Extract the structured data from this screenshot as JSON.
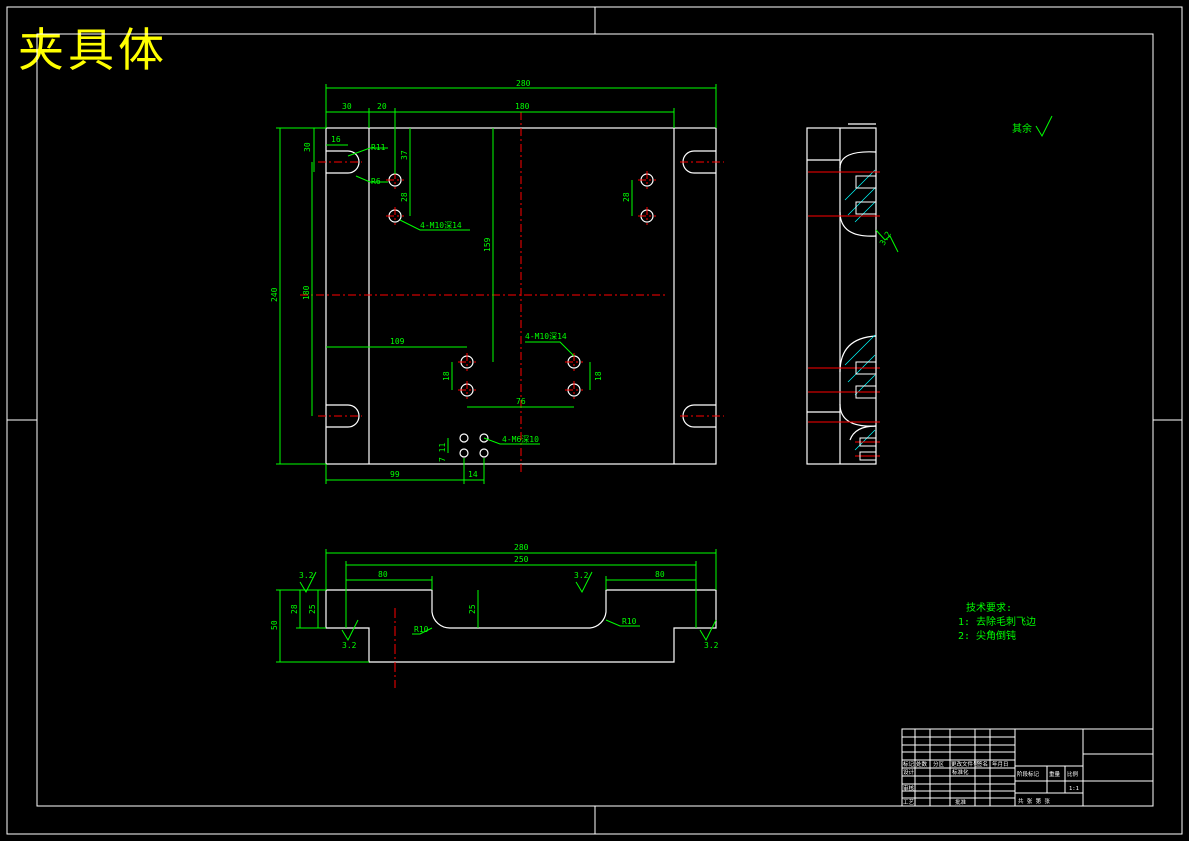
{
  "title": "夹具体",
  "colors": {
    "background": "#000000",
    "frame": "#ffffff",
    "dimension": "#00ff00",
    "centerline": "#ff0000",
    "title": "#ffff00",
    "hatch": "#00ffff"
  },
  "top_view": {
    "dims": {
      "overall_width": "280",
      "left_offset": "30",
      "second_offset": "20",
      "inner_span": "180",
      "slot_width": "16",
      "slot_radius": "R11",
      "hole_radius": "R6",
      "slot_height": "30",
      "hole_top": "37",
      "hole_pitch_left": "28",
      "hole_pitch_right": "28",
      "overall_height": "240",
      "inner_height": "180",
      "center_height": "159",
      "bottom_holes_x": "109",
      "bottom_holes_pitch_y": "18",
      "bottom_holes_pitch_y_right": "18",
      "bottom_holes_span": "76",
      "small_holes_y": "7 11",
      "bottom_x": "99",
      "bottom_small": "14"
    },
    "callouts": {
      "holes_m10_top": "4-M10深14",
      "holes_m10_mid": "4-M10深14",
      "holes_m6": "4-M6深10"
    }
  },
  "side_view": {
    "roughness": "3.2"
  },
  "front_view": {
    "dims": {
      "overall_width": "280",
      "inner_width": "250",
      "left_step": "80",
      "right_step": "80",
      "height": "50",
      "step_h1": "28",
      "step_h2": "25",
      "slot_depth": "25",
      "fillet_left": "R10",
      "fillet_right": "R10"
    },
    "roughness": [
      "3.2",
      "3.2",
      "3.2",
      "3.2"
    ]
  },
  "notes": {
    "roughness_rest": "其余",
    "tech_title": "技术要求:",
    "tech_1": "1: 去除毛刺飞边",
    "tech_2": "2: 尖角倒钝"
  },
  "title_block": {
    "r1": [
      "标记",
      "处数",
      "分区",
      "更改文件号",
      "签名",
      "年月日"
    ],
    "r2": [
      "设计",
      "",
      "",
      "标准化",
      "",
      ""
    ],
    "r3": [
      "审核",
      "",
      "",
      "",
      "",
      ""
    ],
    "r4": [
      "工艺",
      "",
      "",
      "批准",
      "",
      ""
    ],
    "stage": "阶段标记",
    "weight": "重量",
    "scale_label": "比例",
    "scale": "1:1",
    "sheets": "共  张  第  张"
  }
}
